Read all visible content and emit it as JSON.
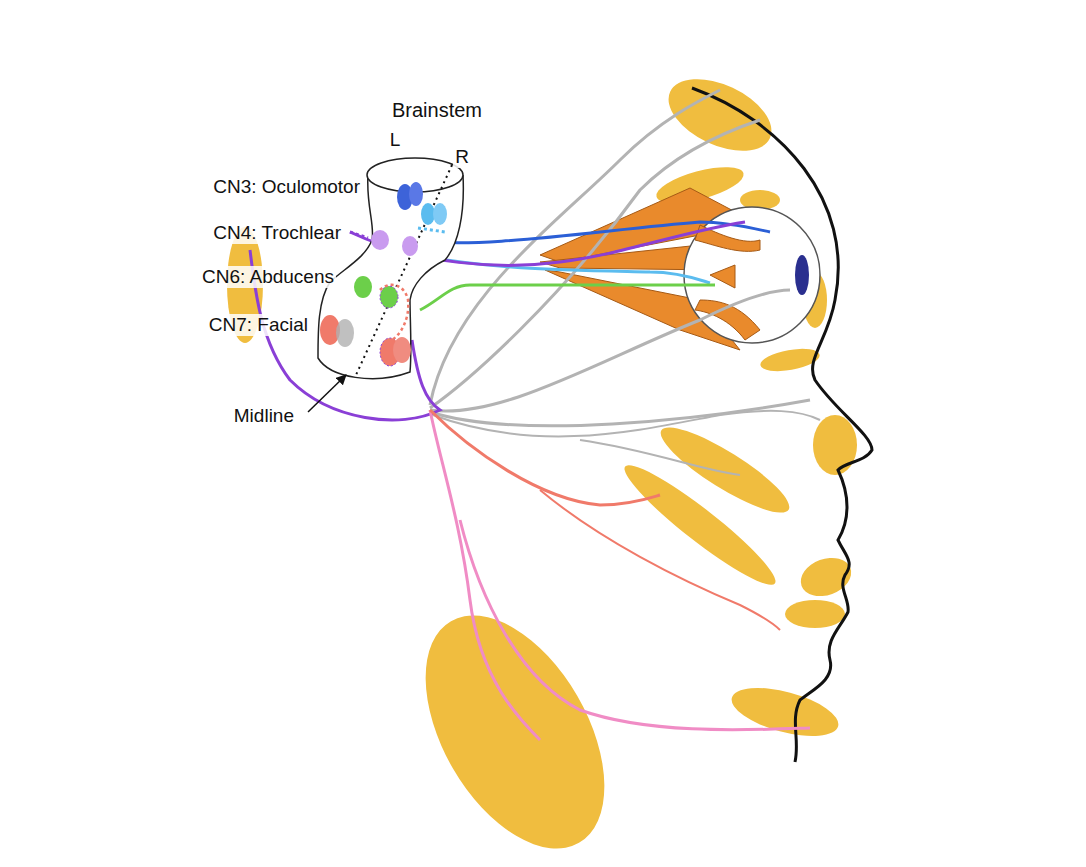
{
  "diagram": {
    "labels": [
      "Brainstem",
      "L",
      "R",
      "CN3: Oculomotor",
      "CN4: Trochlear",
      "CN6: Abducens",
      "CN7: Facial",
      "Midline"
    ]
  }
}
